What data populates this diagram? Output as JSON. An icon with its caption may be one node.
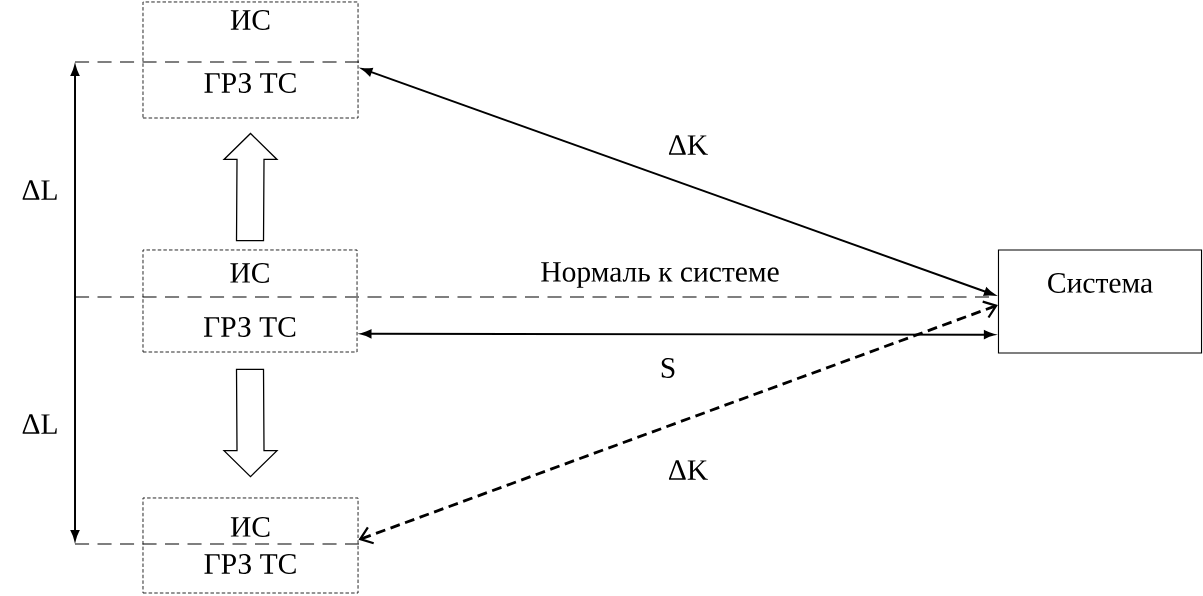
{
  "diagram": {
    "nodes": [
      {
        "text": [
          "ИС",
          "ГРЗ ТС"
        ]
      },
      {
        "text": [
          "ИС",
          "ГРЗ ТС"
        ]
      },
      {
        "text": [
          "ИС",
          "ГРЗ ТС"
        ]
      },
      {
        "text": [
          "Система"
        ]
      }
    ],
    "edges": [
      {
        "from": 3,
        "to": 0,
        "arrow": "both",
        "label": "ΔK"
      },
      {
        "from": 1,
        "to": 3,
        "arrow": "both",
        "label": "S"
      },
      {
        "from": 3,
        "to": 2,
        "arrow": "both",
        "label": "ΔK",
        "style": "dashed"
      },
      {
        "from": 1,
        "to": 0,
        "arrow": "to",
        "style": "thick"
      },
      {
        "from": 1,
        "to": 2,
        "arrow": "to",
        "style": "thick"
      }
    ],
    "labels": [
      "ΔL",
      "Нормаль к системе",
      "ΔL"
    ]
  }
}
